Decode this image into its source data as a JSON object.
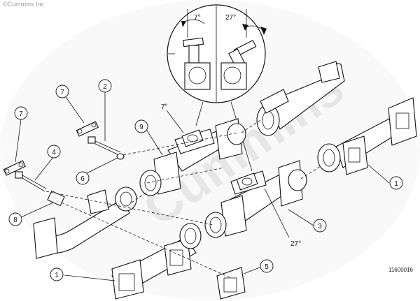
{
  "watermark": {
    "copyright": "©Cummins Inc",
    "brand": "Cummins"
  },
  "figure_number": "11600016",
  "detail_angles": {
    "left": "7°",
    "right": "27°"
  },
  "angle_labels": {
    "upper_flange": "7°",
    "lower_flange": "27°"
  },
  "callouts": [
    {
      "id": "c1a",
      "num": "1"
    },
    {
      "id": "c1b",
      "num": "1"
    },
    {
      "id": "c2",
      "num": "2"
    },
    {
      "id": "c3",
      "num": "3"
    },
    {
      "id": "c4",
      "num": "4"
    },
    {
      "id": "c5",
      "num": "5"
    },
    {
      "id": "c6",
      "num": "6"
    },
    {
      "id": "c7a",
      "num": "7"
    },
    {
      "id": "c7b",
      "num": "7"
    },
    {
      "id": "c8",
      "num": "8"
    },
    {
      "id": "c9",
      "num": "9"
    }
  ]
}
